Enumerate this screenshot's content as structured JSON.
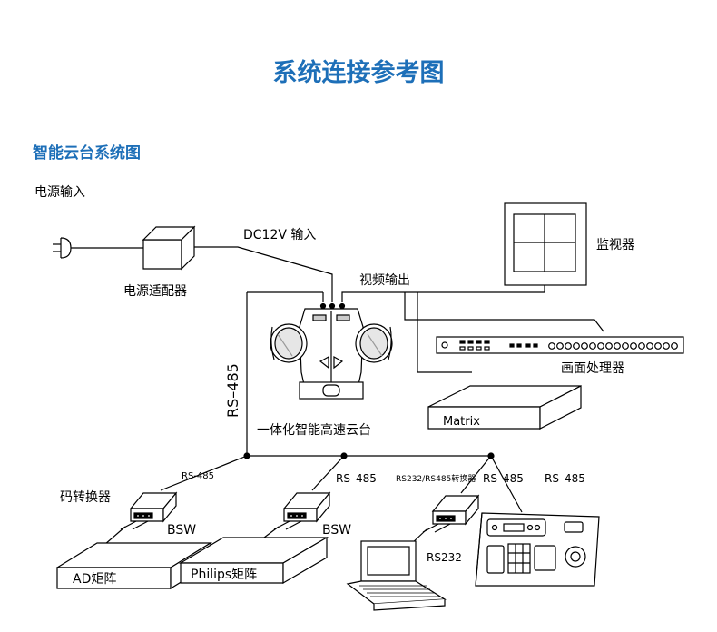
{
  "header": {
    "title": "系统连接参考图",
    "section": "智能云台系统图"
  },
  "labels": {
    "power_input": "电源输入",
    "dc12v": "DC12V 输入",
    "adapter": "电源适配器",
    "video_output": "视频输出",
    "monitor": "监视器",
    "processor": "画面处理器",
    "matrix": "Matrix",
    "rs485_vertical": "RS–485",
    "ptz": "一体化智能高速云台",
    "code_converter": "码转换器",
    "rs485_1": "RS-485",
    "rs485_2": "RS–485",
    "rs232_rs485_converter": "RS232/RS485转换器",
    "rs485_3": "RS–485",
    "rs485_4": "RS–485",
    "bsw_1": "BSW",
    "bsw_2": "BSW",
    "ad_matrix": "AD矩阵",
    "philips_matrix": "Philips矩阵",
    "rs232": "RS232"
  },
  "colors": {
    "accent": "#1d6fb8",
    "line": "#000000"
  }
}
